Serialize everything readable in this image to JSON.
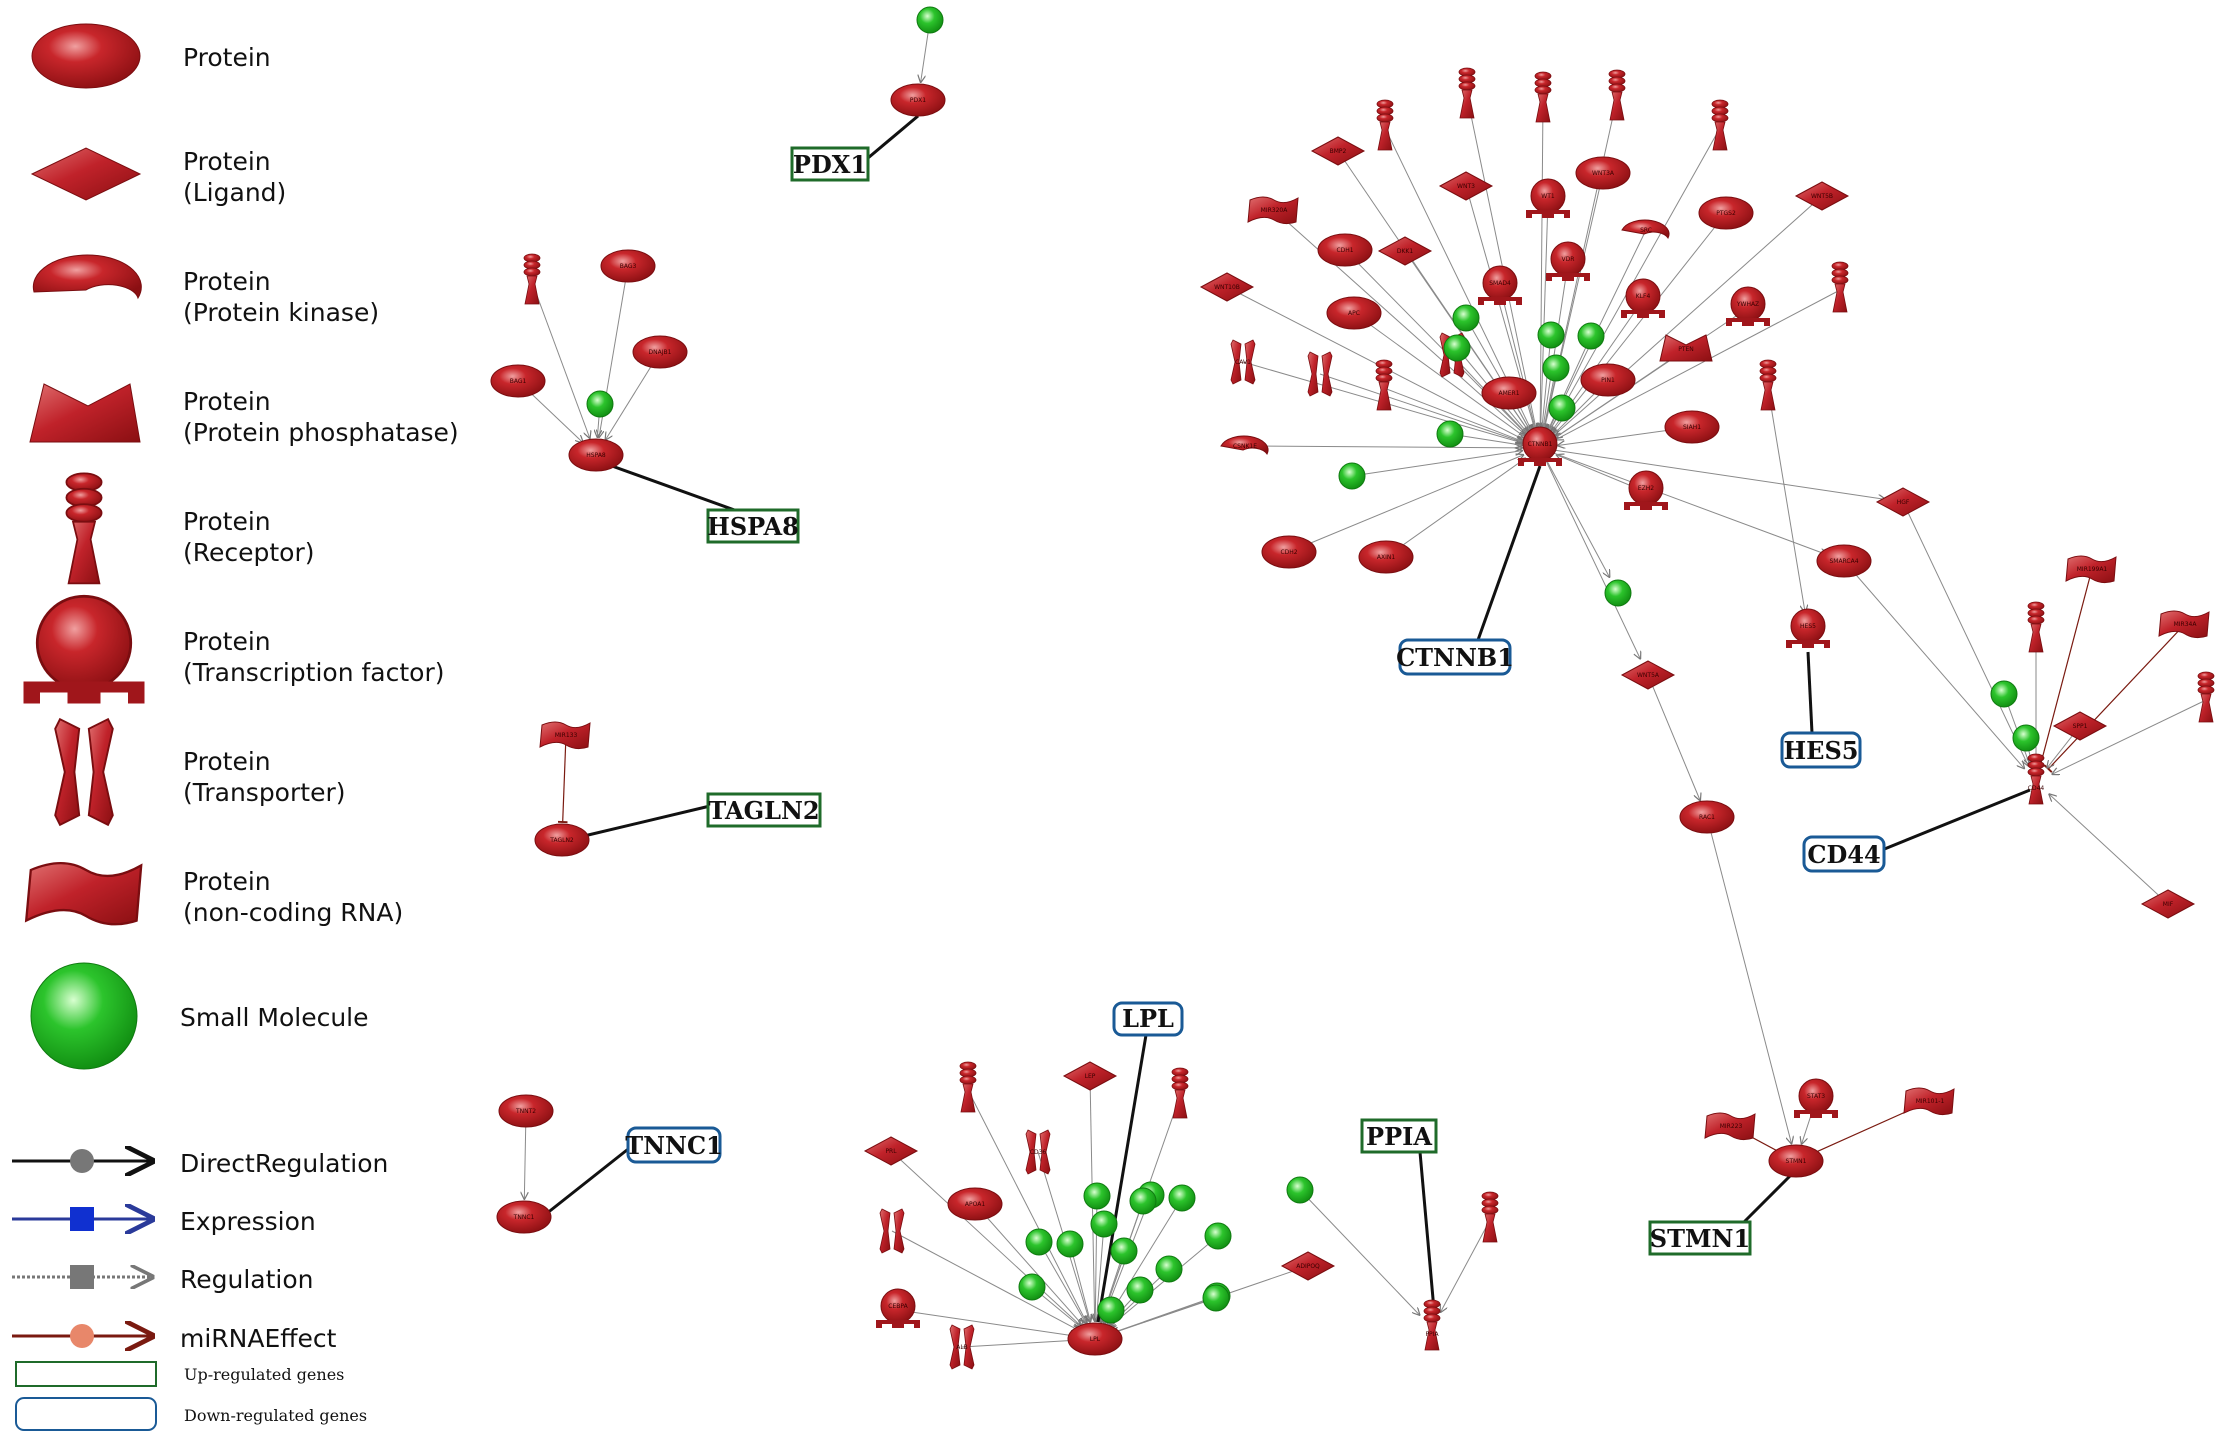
{
  "colors": {
    "protein": "#b51f24",
    "protein_dark": "#7a0d10",
    "small_molecule": "#1fb51f",
    "up_regulated_border": "#1f6b2a",
    "down_regulated_border": "#1a5a96",
    "edge": "#8a8a8a",
    "mirna_edge": "#7a1a10",
    "bold_link": "#111111"
  },
  "legend": {
    "items": [
      {
        "shape": "ellipse",
        "line1": "Protein",
        "line2": ""
      },
      {
        "shape": "diamond",
        "line1": "Protein",
        "line2": "(Ligand)"
      },
      {
        "shape": "kinase",
        "line1": "Protein",
        "line2": "(Protein kinase)"
      },
      {
        "shape": "phosphatase",
        "line1": "Protein",
        "line2": "(Protein phosphatase)"
      },
      {
        "shape": "receptor",
        "line1": "Protein",
        "line2": "(Receptor)"
      },
      {
        "shape": "tf",
        "line1": "Protein",
        "line2": "(Transcription factor)"
      },
      {
        "shape": "transporter",
        "line1": "Protein",
        "line2": "(Transporter)"
      },
      {
        "shape": "ncrna",
        "line1": "Protein",
        "line2": "(non-coding RNA)"
      },
      {
        "shape": "small",
        "line1": "Small Molecule",
        "line2": ""
      }
    ],
    "edges": [
      {
        "label": "DirectRegulation",
        "color": "#111111",
        "marker": "circle",
        "marker_color": "#777777"
      },
      {
        "label": "Expression",
        "color": "#2a3a9a",
        "marker": "square",
        "marker_color": "#1030d0"
      },
      {
        "label": "Regulation",
        "color": "#777777",
        "marker": "square",
        "marker_color": "#777777"
      },
      {
        "label": "miRNAEffect",
        "color": "#7a1a10",
        "marker": "circle",
        "marker_color": "#e8876a"
      }
    ],
    "boxes": [
      {
        "label": "Up-regulated genes",
        "kind": "up"
      },
      {
        "label": "Down-regulated genes",
        "kind": "down"
      }
    ]
  },
  "genes": [
    {
      "label": "PDX1",
      "kind": "up"
    },
    {
      "label": "HSPA8",
      "kind": "up"
    },
    {
      "label": "TAGLN2",
      "kind": "up"
    },
    {
      "label": "TNNC1",
      "kind": "down"
    },
    {
      "label": "LPL",
      "kind": "down"
    },
    {
      "label": "PPIA",
      "kind": "up"
    },
    {
      "label": "CTNNB1",
      "kind": "down"
    },
    {
      "label": "HES5",
      "kind": "down"
    },
    {
      "label": "CD44",
      "kind": "down"
    },
    {
      "label": "STMN1",
      "kind": "up"
    }
  ],
  "node_labels": {
    "pdx1": "PDX1",
    "hspa8": "HSPA8",
    "bag1": "BAG1",
    "bag3": "BAG3",
    "dnajb1": "DNAJB1",
    "tagln2": "TAGLN2",
    "mir133": "MIR133",
    "tnnc1": "TNNC1",
    "tnnt2": "TNNT2",
    "ctnnb1": "CTNNB1",
    "bmp2": "BMP2",
    "wnt3": "WNT3",
    "wnt3a": "WNT3A",
    "wt1": "WT1",
    "mir320a": "MIR320A",
    "cdh1": "CDH1",
    "dkk1": "DKK1",
    "wnt10b": "WNT10B",
    "apc": "APC",
    "smad4": "SMAD4",
    "vdr": "VDR",
    "src": "SRC",
    "ptgs2": "PTGS2",
    "wnt5b": "WNT5B",
    "klf4": "KLF4",
    "ywhaz": "YWHAZ",
    "pten": "PTEN",
    "amer1": "AMER1",
    "pin1": "PIN1",
    "siah1": "SIAH1",
    "csnk": "CSNK1E",
    "cdh2": "CDH2",
    "axin1": "AXIN1",
    "ezh2": "EZH2",
    "smarca4": "SMARCA4",
    "hgf": "HGF",
    "wnt5a": "WNT5A",
    "rac1": "RAC1",
    "hes5": "HES5",
    "cd44": "CD44",
    "mir199a": "MIR199A1",
    "mir34a": "MIR34A",
    "spp1": "SPP1",
    "mif": "MIF",
    "stmn1": "STMN1",
    "stat3": "STAT3",
    "mir223": "MIR223",
    "mir101": "MIR101-1",
    "lpl": "LPL",
    "lep": "LEP",
    "prl": "PRL",
    "apoa1": "APOA1",
    "cebpa": "CEBPA",
    "adipoq": "ADIPOQ",
    "ppia": "PPIA",
    "cav1": "CAV1",
    "cd36": "CD36",
    "alb": "ALB"
  }
}
